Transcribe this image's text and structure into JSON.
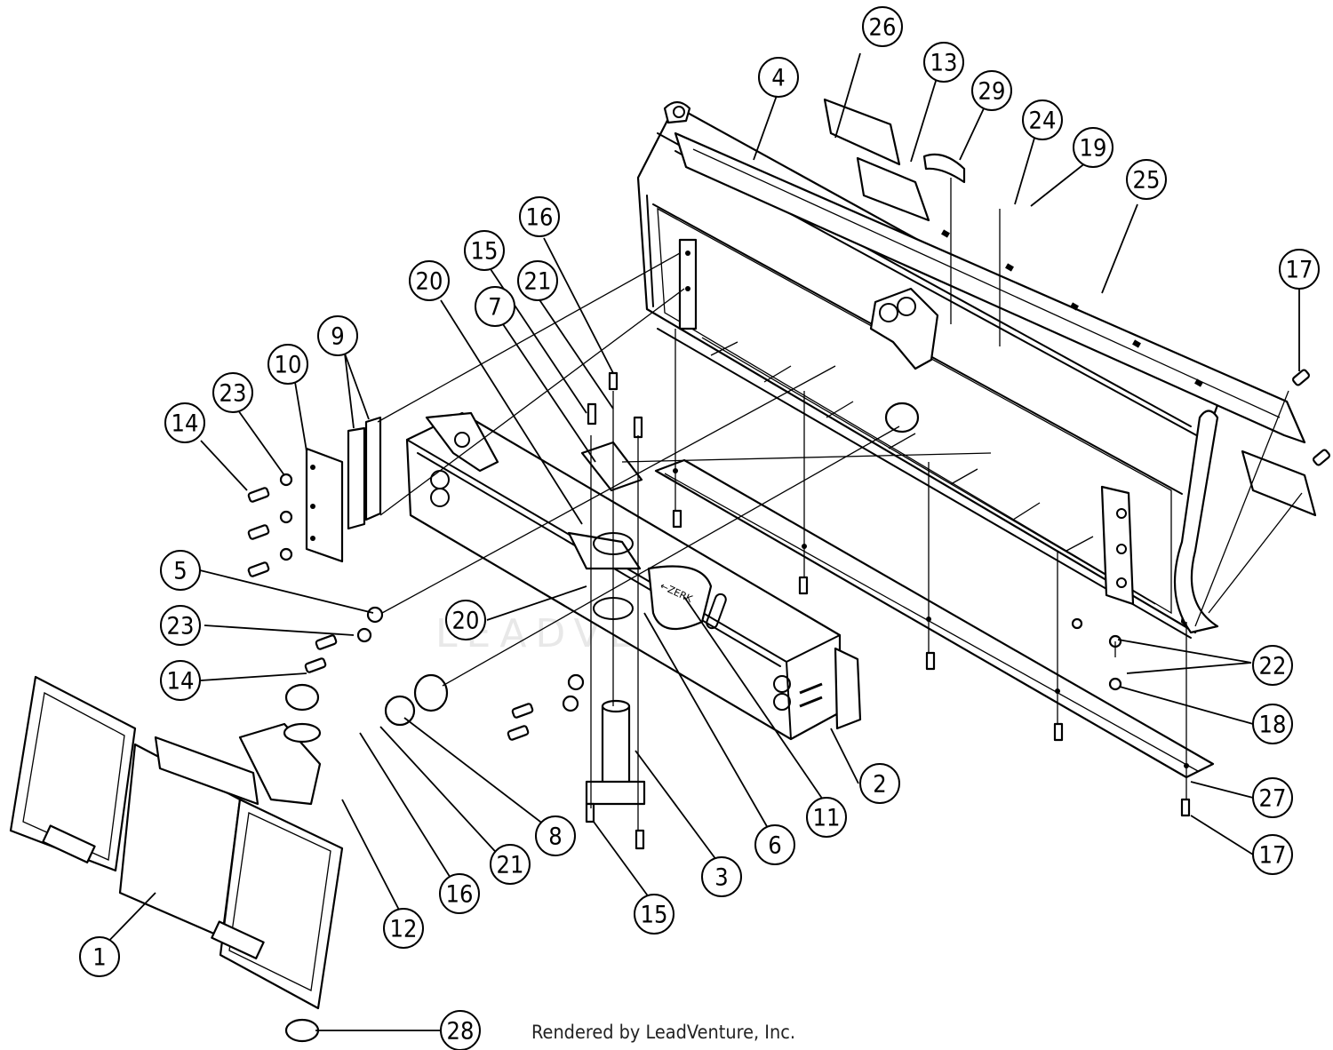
{
  "footer": {
    "credit": "Rendered by LeadVenture, Inc."
  },
  "watermark": {
    "text": "LEADVENTURE"
  },
  "annotations": {
    "zerk": "←ZERK"
  },
  "callouts": [
    {
      "id": "c26",
      "label": "26"
    },
    {
      "id": "c4",
      "label": "4"
    },
    {
      "id": "c13",
      "label": "13"
    },
    {
      "id": "c29",
      "label": "29"
    },
    {
      "id": "c24",
      "label": "24"
    },
    {
      "id": "c19",
      "label": "19"
    },
    {
      "id": "c25",
      "label": "25"
    },
    {
      "id": "c17a",
      "label": "17"
    },
    {
      "id": "c16a",
      "label": "16"
    },
    {
      "id": "c15a",
      "label": "15"
    },
    {
      "id": "c21a",
      "label": "21"
    },
    {
      "id": "c20a",
      "label": "20"
    },
    {
      "id": "c7",
      "label": "7"
    },
    {
      "id": "c9",
      "label": "9"
    },
    {
      "id": "c10",
      "label": "10"
    },
    {
      "id": "c23a",
      "label": "23"
    },
    {
      "id": "c14a",
      "label": "14"
    },
    {
      "id": "c5",
      "label": "5"
    },
    {
      "id": "c23b",
      "label": "23"
    },
    {
      "id": "c14b",
      "label": "14"
    },
    {
      "id": "c20b",
      "label": "20"
    },
    {
      "id": "c22",
      "label": "22"
    },
    {
      "id": "c18",
      "label": "18"
    },
    {
      "id": "c2",
      "label": "2"
    },
    {
      "id": "c27",
      "label": "27"
    },
    {
      "id": "c17b",
      "label": "17"
    },
    {
      "id": "c11",
      "label": "11"
    },
    {
      "id": "c6",
      "label": "6"
    },
    {
      "id": "c3",
      "label": "3"
    },
    {
      "id": "c8",
      "label": "8"
    },
    {
      "id": "c21b",
      "label": "21"
    },
    {
      "id": "c16b",
      "label": "16"
    },
    {
      "id": "c12",
      "label": "12"
    },
    {
      "id": "c15b",
      "label": "15"
    },
    {
      "id": "c1",
      "label": "1"
    },
    {
      "id": "c28",
      "label": "28"
    }
  ]
}
